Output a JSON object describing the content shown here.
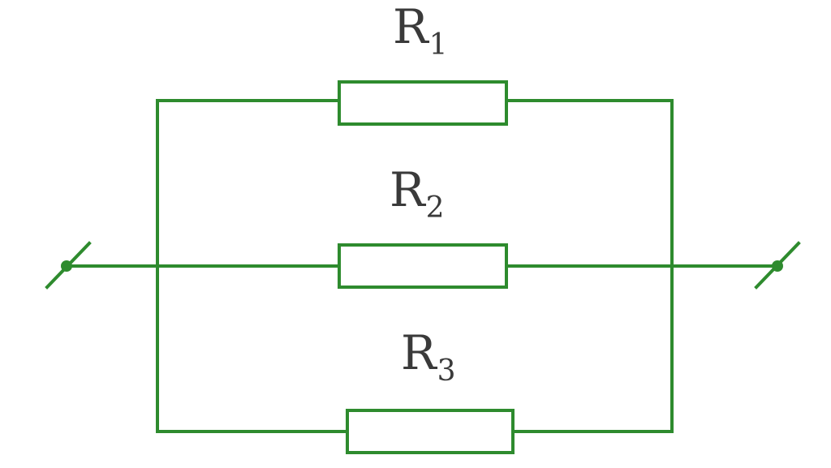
{
  "colors": {
    "wire": "#2e8b2e",
    "text": "#3a3a3a",
    "background": "#ffffff"
  },
  "resistors": [
    {
      "letter": "R",
      "subscript": "1"
    },
    {
      "letter": "R",
      "subscript": "2"
    },
    {
      "letter": "R",
      "subscript": "3"
    }
  ]
}
